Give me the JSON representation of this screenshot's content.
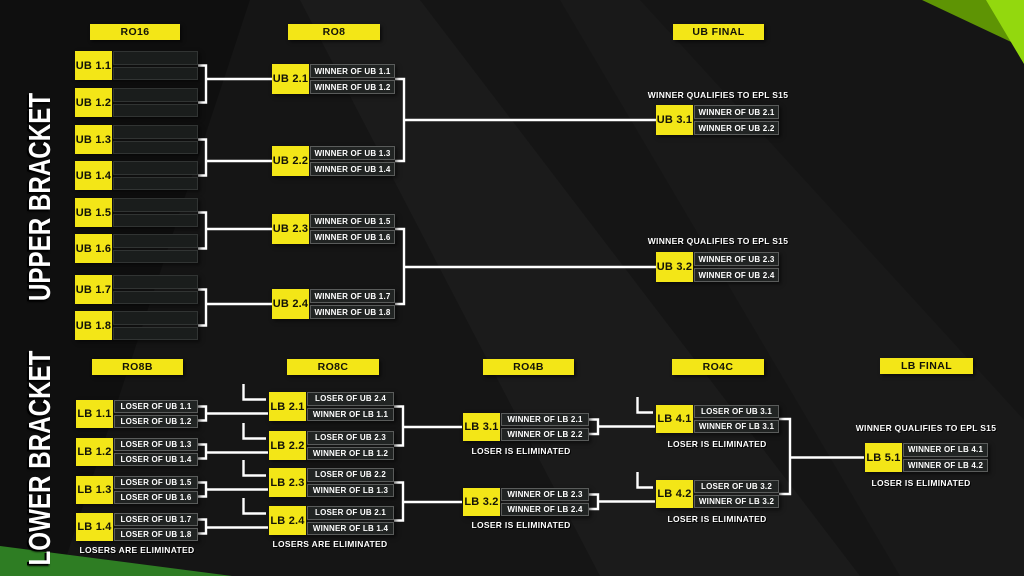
{
  "sections": {
    "upper": "UPPER BRACKET",
    "lower": "LOWER BRACKET"
  },
  "headers": {
    "ro16": "RO16",
    "ro8": "RO8",
    "ub_final": "UB FINAL",
    "ro8b": "RO8B",
    "ro8c": "RO8C",
    "ro4b": "RO4B",
    "ro4c": "RO4C",
    "lb_final": "LB FINAL"
  },
  "matches": {
    "ub11": {
      "label": "UB 1.1",
      "slot1": "",
      "slot2": ""
    },
    "ub12": {
      "label": "UB 1.2",
      "slot1": "",
      "slot2": ""
    },
    "ub13": {
      "label": "UB 1.3",
      "slot1": "",
      "slot2": ""
    },
    "ub14": {
      "label": "UB 1.4",
      "slot1": "",
      "slot2": ""
    },
    "ub15": {
      "label": "UB 1.5",
      "slot1": "",
      "slot2": ""
    },
    "ub16": {
      "label": "UB 1.6",
      "slot1": "",
      "slot2": ""
    },
    "ub17": {
      "label": "UB 1.7",
      "slot1": "",
      "slot2": ""
    },
    "ub18": {
      "label": "UB 1.8",
      "slot1": "",
      "slot2": ""
    },
    "ub21": {
      "label": "UB 2.1",
      "slot1": "WINNER OF UB 1.1",
      "slot2": "WINNER OF UB 1.2"
    },
    "ub22": {
      "label": "UB 2.2",
      "slot1": "WINNER OF UB 1.3",
      "slot2": "WINNER OF UB 1.4"
    },
    "ub23": {
      "label": "UB 2.3",
      "slot1": "WINNER OF UB 1.5",
      "slot2": "WINNER OF UB 1.6"
    },
    "ub24": {
      "label": "UB 2.4",
      "slot1": "WINNER OF UB 1.7",
      "slot2": "WINNER OF UB 1.8"
    },
    "ub31": {
      "label": "UB 3.1",
      "slot1": "WINNER OF UB 2.1",
      "slot2": "WINNER OF UB 2.2"
    },
    "ub32": {
      "label": "UB 3.2",
      "slot1": "WINNER OF UB 2.3",
      "slot2": "WINNER OF UB 2.4"
    },
    "lb11": {
      "label": "LB 1.1",
      "slot1": "LOSER OF UB 1.1",
      "slot2": "LOSER OF UB 1.2"
    },
    "lb12": {
      "label": "LB 1.2",
      "slot1": "LOSER OF UB 1.3",
      "slot2": "LOSER OF UB 1.4"
    },
    "lb13": {
      "label": "LB 1.3",
      "slot1": "LOSER OF UB 1.5",
      "slot2": "LOSER OF UB 1.6"
    },
    "lb14": {
      "label": "LB 1.4",
      "slot1": "LOSER OF UB 1.7",
      "slot2": "LOSER OF UB 1.8"
    },
    "lb21": {
      "label": "LB 2.1",
      "slot1": "LOSER OF UB 2.4",
      "slot2": "WINNER OF LB 1.1"
    },
    "lb22": {
      "label": "LB 2.2",
      "slot1": "LOSER OF UB 2.3",
      "slot2": "WINNER OF LB 1.2"
    },
    "lb23": {
      "label": "LB 2.3",
      "slot1": "LOSER OF UB 2.2",
      "slot2": "WINNER OF LB 1.3"
    },
    "lb24": {
      "label": "LB 2.4",
      "slot1": "LOSER OF UB 2.1",
      "slot2": "WINNER OF LB 1.4"
    },
    "lb31": {
      "label": "LB 3.1",
      "slot1": "WINNER OF LB 2.1",
      "slot2": "WINNER OF LB 2.2"
    },
    "lb32": {
      "label": "LB 3.2",
      "slot1": "WINNER OF LB 2.3",
      "slot2": "WINNER OF LB 2.4"
    },
    "lb41": {
      "label": "LB 4.1",
      "slot1": "LOSER OF UB 3.1",
      "slot2": "WINNER OF LB 3.1"
    },
    "lb42": {
      "label": "LB 4.2",
      "slot1": "LOSER OF UB 3.2",
      "slot2": "WINNER OF LB 3.2"
    },
    "lb51": {
      "label": "LB 5.1",
      "slot1": "WINNER OF LB 4.1",
      "slot2": "WINNER OF LB 4.2"
    }
  },
  "notes": {
    "ub31_qualify": "WINNER QUALIFIES TO EPL S15",
    "ub32_qualify": "WINNER QUALIFIES TO EPL S15",
    "lb51_qualify": "WINNER QUALIFIES TO EPL S15",
    "ro8b_elim": "LOSERS ARE ELIMINATED",
    "ro8c_elim": "LOSERS ARE ELIMINATED",
    "lb31_elim": "LOSER IS ELIMINATED",
    "lb32_elim": "LOSER IS ELIMINATED",
    "lb41_elim": "LOSER IS ELIMINATED",
    "lb42_elim": "LOSER IS ELIMINATED",
    "lb51_elim": "LOSER IS ELIMINATED"
  },
  "colors": {
    "accent_yellow": "#F3E617",
    "green_bright": "#93D80E",
    "green_dark_sliver": "#5E9404",
    "green_bottom_left": "#2E7D23",
    "background": "#151515",
    "connector_white": "#FFFFFF"
  }
}
